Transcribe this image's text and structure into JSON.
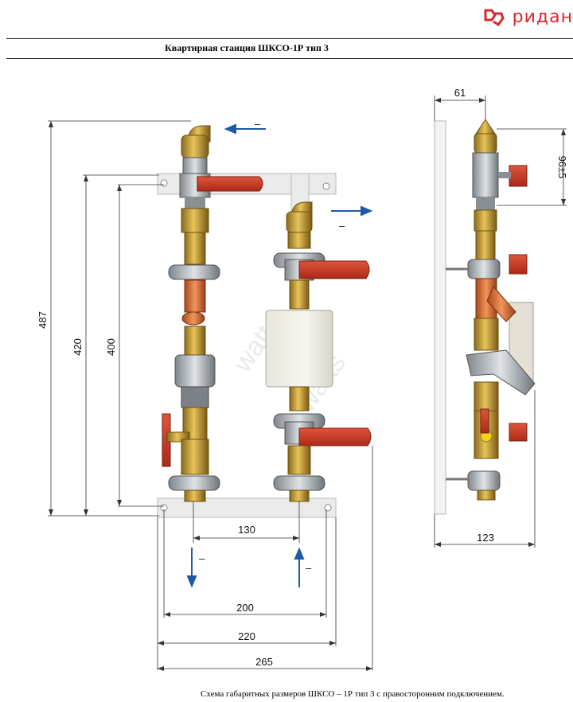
{
  "header": {
    "brand_name": "ридан",
    "brand_color": "#d7282f",
    "title": "Квартирная станция ШКСО-1Р тип 3"
  },
  "drawing": {
    "dimensions": {
      "total_height": "487",
      "height_mid": "420",
      "height_inner": "400",
      "side_depth_top": "61",
      "side_offset": "96±5",
      "side_depth_bottom": "123",
      "pipe_spacing": "130",
      "width_200": "200",
      "width_220": "220",
      "width_265": "265"
    },
    "flow_marks": {
      "top_left": "–",
      "top_right": "–",
      "bottom_left": "–",
      "bottom_right": "–"
    },
    "watermark": "watts",
    "colors": {
      "brass": "#c9a13a",
      "valve_handle": "#c83a22",
      "frame": "#e6e6e6",
      "arrow": "#1e5aa8",
      "copper": "#d8703a",
      "clamp": "#6f7780"
    }
  },
  "footer": {
    "caption": "Схема габаритных размеров ШКСО – 1Р тип 3 с правосторонним подключением."
  }
}
